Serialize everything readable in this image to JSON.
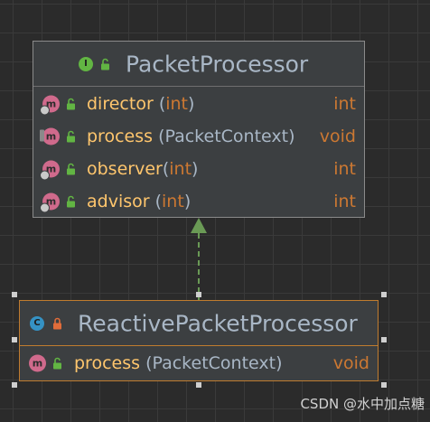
{
  "interface": {
    "kind_letter": "I",
    "name": "PacketProcessor",
    "methods": [
      {
        "name": "director",
        "param": "int",
        "return_type": "int",
        "marker": "abstract"
      },
      {
        "name": "process",
        "param": "PacketContext",
        "return_type": "void",
        "marker": "override"
      },
      {
        "name": "observer",
        "param": "int",
        "return_type": "int",
        "marker": "abstract"
      },
      {
        "name": "advisor",
        "param": "int",
        "return_type": "int",
        "marker": "abstract"
      }
    ]
  },
  "implementation": {
    "kind_letter": "C",
    "name": "ReactivePacketProcessor",
    "methods": [
      {
        "name": "process",
        "param": "PacketContext",
        "return_type": "void"
      }
    ]
  },
  "watermark": "CSDN @水中加点糖",
  "colors": {
    "canvas_bg": "#2b2b2b",
    "box_bg": "#3c3f41",
    "selected_border": "#c07c2f",
    "interface_icon": "#62b543",
    "class_icon": "#3592c4",
    "method_icon": "#d06a8c",
    "method_name": "#ffc66d",
    "keyword": "#cc7832",
    "text": "#a9b7c6",
    "arrow": "#6a9a55"
  },
  "icons": {
    "interface": "interface-icon",
    "class": "class-icon",
    "method": "method-icon",
    "public": "unlocked-icon",
    "private": "lock-icon"
  }
}
